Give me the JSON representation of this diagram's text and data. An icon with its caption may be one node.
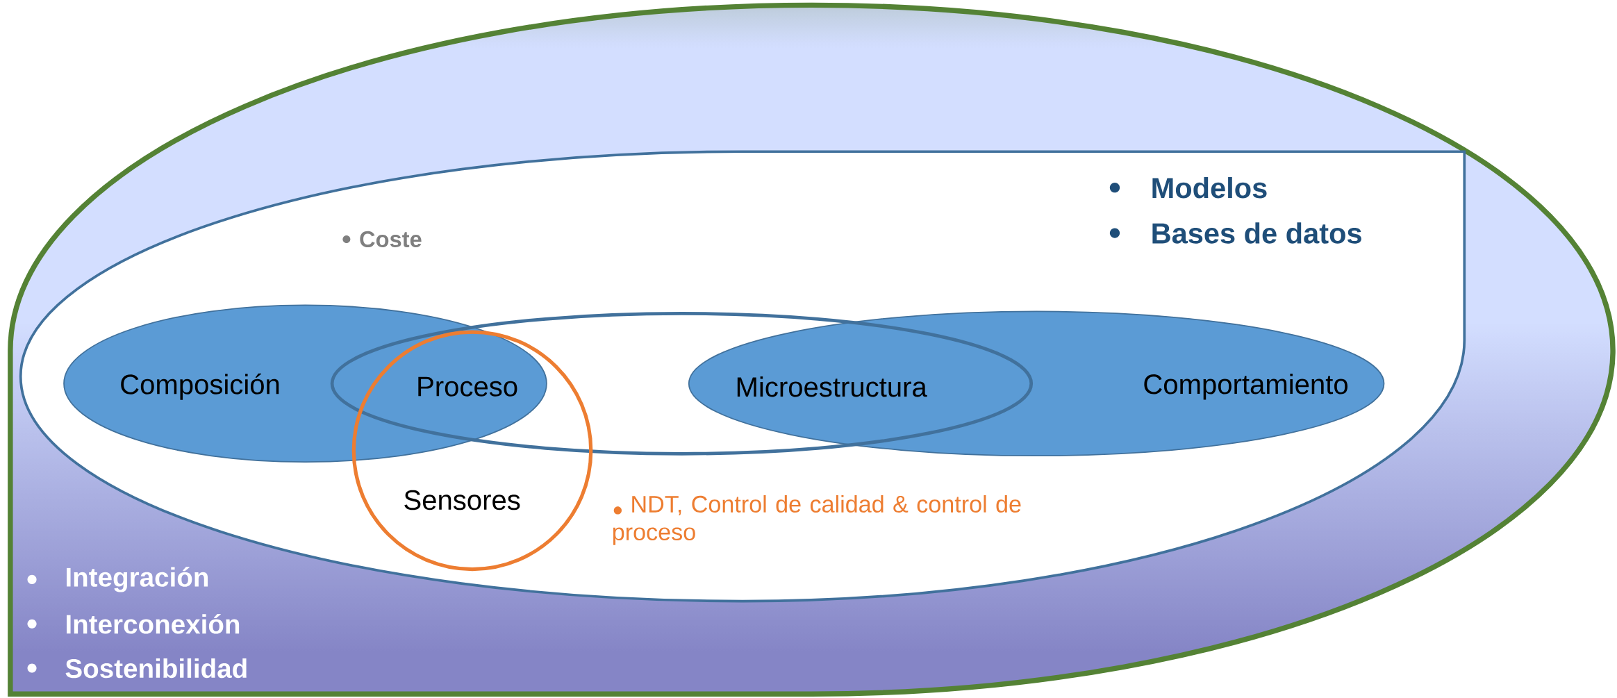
{
  "diagram": {
    "nodes": [
      {
        "text": [
          "Integración",
          "Interconexión",
          "Sostenibilidad"
        ]
      },
      {
        "text": [
          "Modelos",
          "Coste",
          "Bases de datos"
        ],
        "in": 0
      },
      {
        "text": [
          "Composición"
        ],
        "in": 1
      },
      {
        "text": [
          "Microestructura"
        ],
        "in": 1
      },
      {
        "text": [
          "Comportamiento"
        ],
        "in": 1
      },
      {
        "text": [
          "Proceso",
          "Sensores"
        ],
        "in": 1,
        "beside": [
          "NDT, Control de calidad & control de proceso"
        ]
      }
    ]
  }
}
